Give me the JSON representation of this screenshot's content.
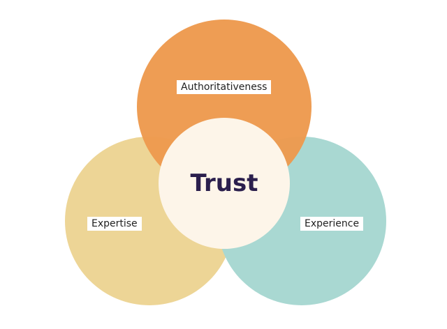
{
  "diagram": {
    "center_label": "Trust",
    "circles": [
      {
        "label": "Authoritativeness",
        "color": "#ED9A4E",
        "icon": ""
      },
      {
        "label": "Expertise",
        "color": "#EDD596",
        "icon": ""
      },
      {
        "label": "Experience",
        "color": "#A9D8D2",
        "icon": ""
      }
    ],
    "center_color": "#FDF5E9",
    "text_color": "#2B1F4D"
  }
}
